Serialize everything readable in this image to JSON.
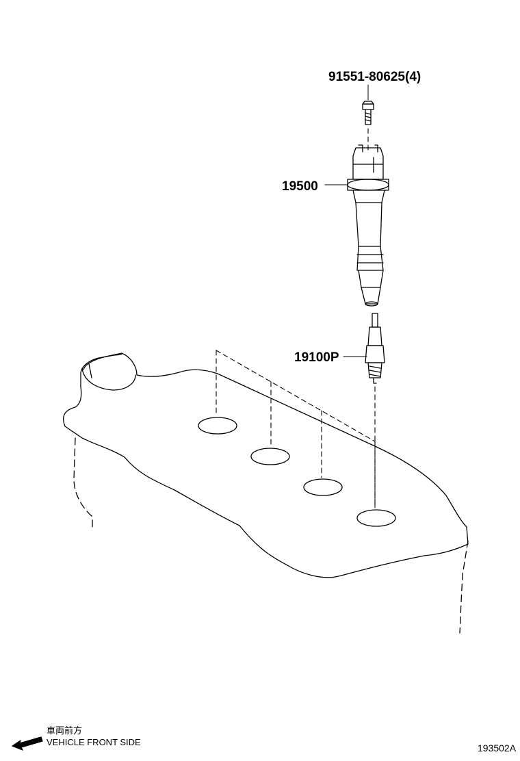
{
  "diagram": {
    "parts": {
      "bolt": {
        "number": "91551-80625(4)"
      },
      "ignition_coil": {
        "number": "19500"
      },
      "spark_plug": {
        "number": "19100P"
      }
    },
    "direction": {
      "japanese": "車両前方",
      "english": "VEHICLE FRONT SIDE"
    },
    "illustration_id": "193502A"
  }
}
